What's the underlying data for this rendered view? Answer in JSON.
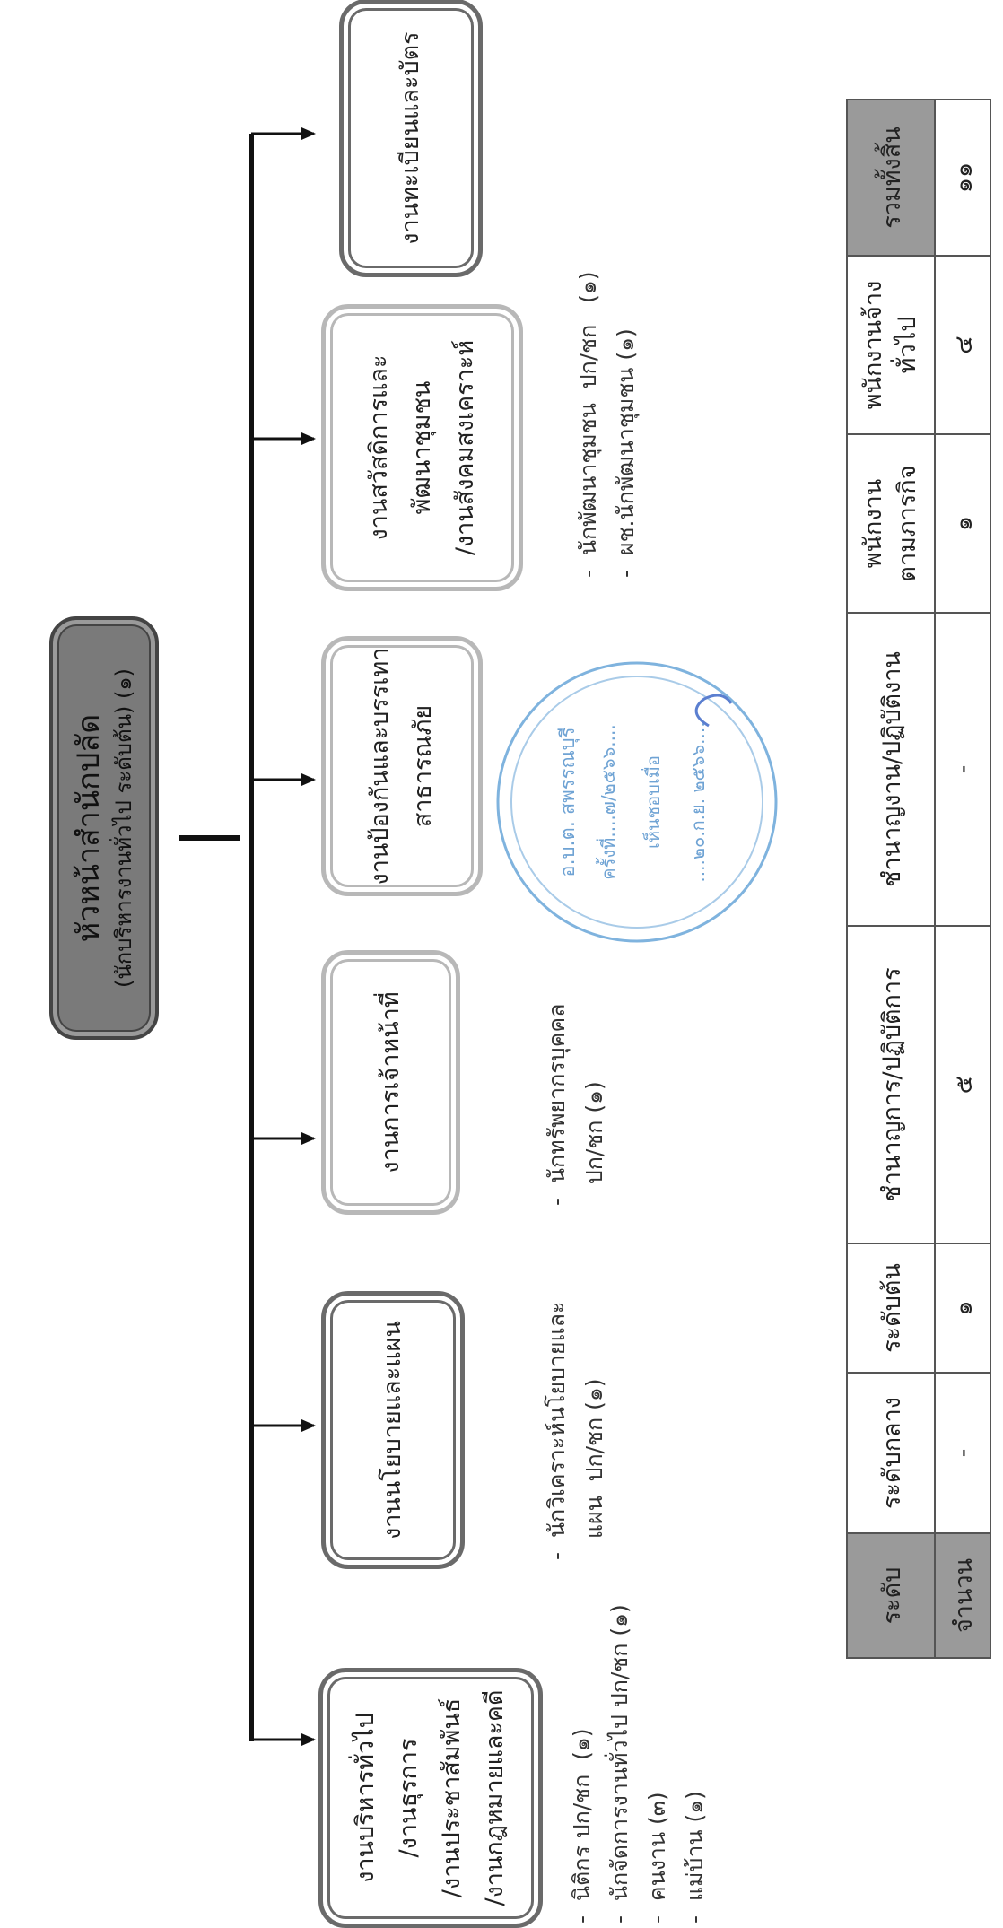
{
  "head": {
    "title": "หัวหน้าสำนักปลัด",
    "subtitle": "(นักบริหารงานทั่วไป ระดับต้น) (๑)"
  },
  "divisions": [
    {
      "label": "งานบริหารทั่วไป\n/งานธุรการ\n/งานประชาสัมพันธ์\n/งานกฎหมายและคดี",
      "style": "dark"
    },
    {
      "label": "งานนโยบายและแผน",
      "style": "dark"
    },
    {
      "label": "งานการเจ้าหน้าที่",
      "style": "light"
    },
    {
      "label": "งานป้องกันและบรรเทา\nสาธารณภัย",
      "style": "light"
    },
    {
      "label": "งานสวัสดิการและ\nพัฒนาชุมชน\n/งานสังคมสงเคราะห์",
      "style": "light"
    },
    {
      "label": "งานทะเบียนและบัตร",
      "style": "dark"
    }
  ],
  "staff_notes": {
    "general": "-  นิติกร ปก/ชก  (๑)\n-  นักจัดการงานทั่วไป ปก/ชก (๑)\n-  คนงาน (๓)\n-  แม่บ้าน (๑)",
    "policy": "-  นักวิเคราะห์นโยบายและ\n   แผน  ปก/ชก (๑)",
    "personnel": "-  นักทรัพยากรบุคคล\n   ปก/ชก (๑)",
    "welfare": "-  นักพัฒนาชุมชน  ปก/ชก   (๑)\n-  ผช.นักพัฒนาชุมชน (๑)"
  },
  "table": {
    "headers": [
      "ระดับ",
      "ระดับกลาง",
      "ระดับต้น",
      "ชำนาญการ/ปฏิบัติการ",
      "ชำนาญงาน/ปฏิบัติงาน",
      "พนักงาน\nตามภารกิจ",
      "พนักงานจ้าง\nทั่วไป",
      "รวมทั้งสิ้น"
    ],
    "values": [
      "จำนวน",
      "-",
      "๑",
      "๕",
      "-",
      "๑",
      "๔",
      "๑๑"
    ]
  },
  "stamp": {
    "line1": "อ.บ.ต. สพรรณบุรี",
    "line2": "ครั้งที่....๗/๒๕๖๖....",
    "line3": "เห็นชอบเมื่อ",
    "line4": "....๒๐.ก.ย. ๒๕๖๖...."
  }
}
